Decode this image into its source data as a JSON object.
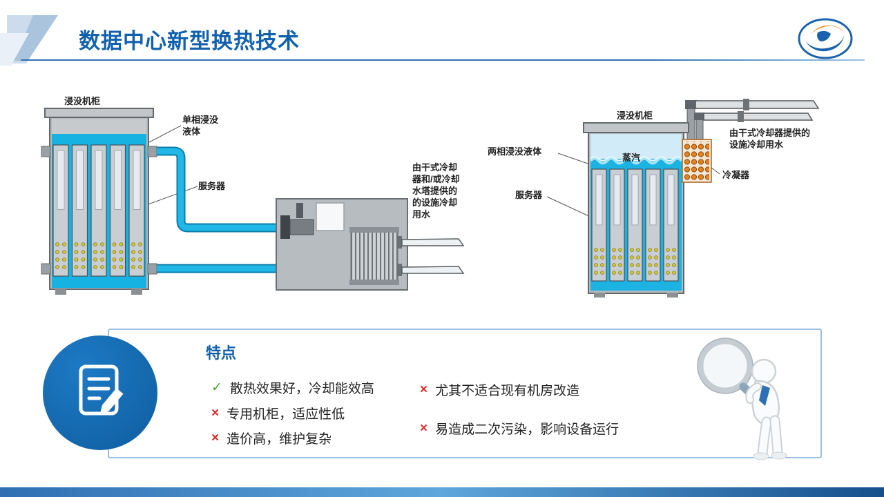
{
  "header": {
    "title": "数据中心新型换热技术"
  },
  "diagram_left": {
    "cabinet_label": "浸没机柜",
    "fluid_label": "单相浸没液体",
    "server_label": "服务器",
    "water_label": "由干式冷却器和/或冷却水塔提供的的设施冷却用水"
  },
  "diagram_right": {
    "cabinet_label": "浸没机柜",
    "fluid_label": "两相浸没液体",
    "vapor_label": "蒸汽",
    "server_label": "服务器",
    "condenser_label": "冷凝器",
    "water_label": "由干式冷却器提供的设施冷却用水"
  },
  "features": {
    "title": "特点",
    "items_left": [
      {
        "mark": "✓",
        "text": "散热效果好，冷却能效高"
      },
      {
        "mark": "×",
        "text": "专用机柜，适应性低"
      },
      {
        "mark": "×",
        "text": "造价高，维护复杂"
      }
    ],
    "items_right": [
      {
        "mark": "×",
        "text": "尤其不适合现有机房改造"
      },
      {
        "mark": "×",
        "text": "易造成二次污染，影响设备运行"
      }
    ]
  },
  "colors": {
    "accent_blue": "#1161ad",
    "coolant_cyan": "#1cb2e2",
    "check_green": "#4ea72e",
    "cross_red": "#e02b2b",
    "condenser_orange": "#e8821e"
  }
}
